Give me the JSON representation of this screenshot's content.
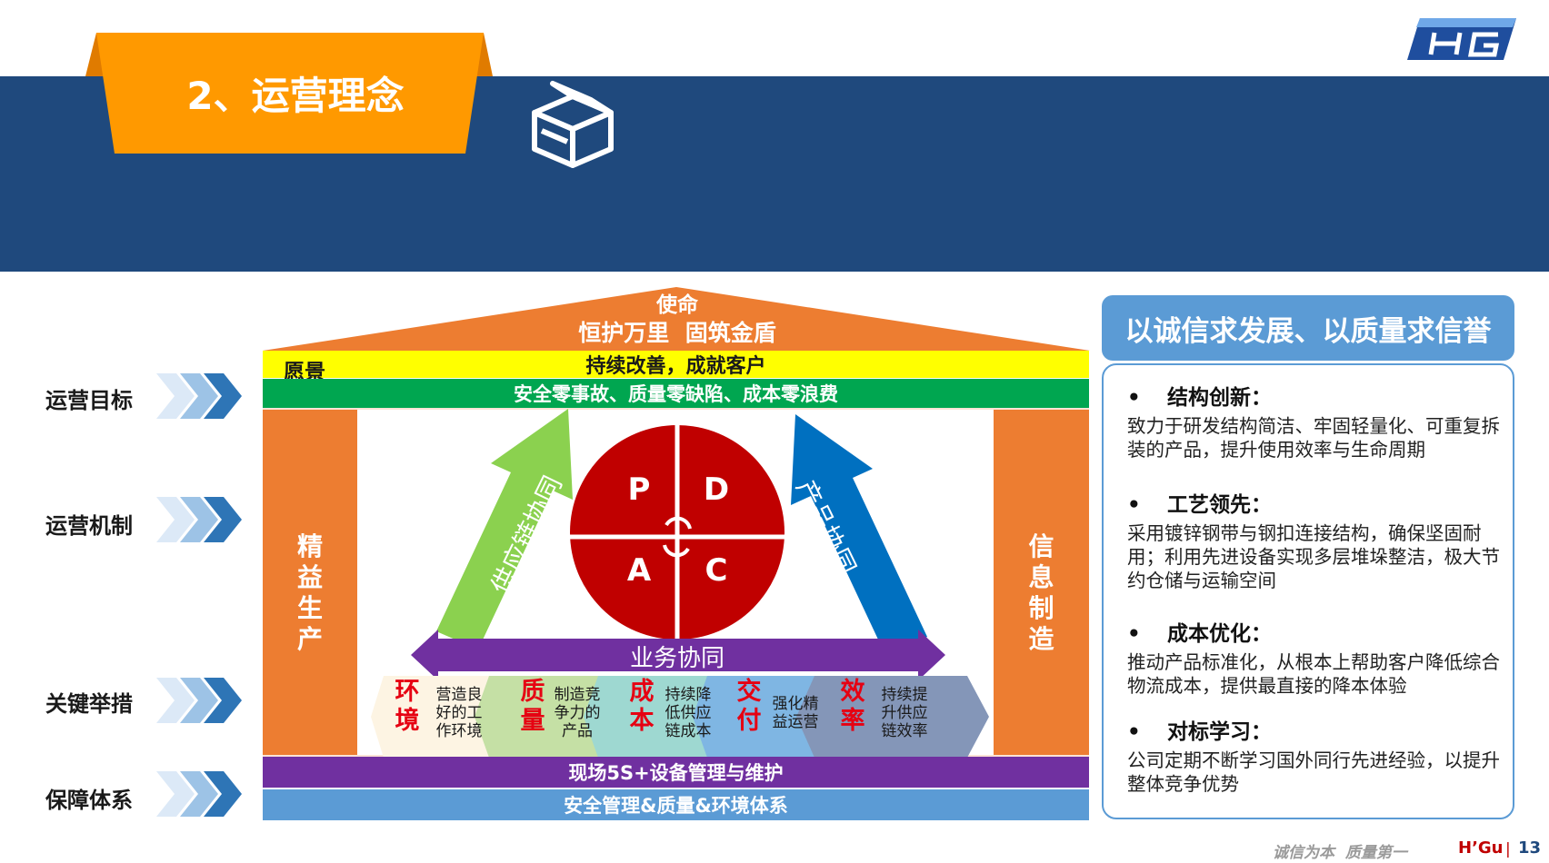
{
  "title": "2、运营理念",
  "roof": {
    "mission_label": "使命",
    "mission_text": "恒护万里  固筑金盾"
  },
  "vision": {
    "label": "愿景",
    "text": "持续改善，成就客户"
  },
  "goals_bar": "安全零事故、质量零缺陷、成本零浪费",
  "left_labels": {
    "goal": "运营目标",
    "mechanism": "运营机制",
    "measures": "关键举措",
    "guarantee": "保障体系"
  },
  "pillars": {
    "left": [
      "精",
      "益",
      "生",
      "产"
    ],
    "right": [
      "信",
      "息",
      "制",
      "造"
    ]
  },
  "arrows": {
    "supply_chain": "供应链协同",
    "product": "产品协同",
    "business": "业务协同"
  },
  "pdca": {
    "p": "P",
    "d": "D",
    "a": "A",
    "c": "C"
  },
  "key_items": [
    {
      "head": [
        "环",
        "境"
      ],
      "desc": [
        "营造良",
        "好的工",
        "作环境"
      ],
      "color": "#FDF4E3"
    },
    {
      "head": [
        "质",
        "量"
      ],
      "desc": [
        "制造竞",
        "争力的",
        "产品"
      ],
      "color": "#C5E0A5"
    },
    {
      "head": [
        "成",
        "本"
      ],
      "desc": [
        "持续降",
        "低供应",
        "链成本"
      ],
      "color": "#9ED8D1"
    },
    {
      "head": [
        "交",
        "付"
      ],
      "desc": [
        "强化精",
        "益运营"
      ],
      "color": "#7FB6E3"
    },
    {
      "head": [
        "效",
        "率"
      ],
      "desc": [
        "持续提",
        "升供应",
        "链效率"
      ],
      "color": "#8496B8"
    }
  ],
  "bars": {
    "site": "现场5S+设备管理与维护",
    "system": "安全管理&质量&环境体系"
  },
  "side": {
    "headline": "以诚信求发展、以质量求信誉",
    "bullet": "•",
    "sections": [
      {
        "title": "结构创新：",
        "desc": "致力于研发结构简洁、牢固轻量化、可重复拆装的产品，提升使用效率与生命周期"
      },
      {
        "title": "工艺领先：",
        "desc": "采用镀锌钢带与钢扣连接结构，确保坚固耐用；利用先进设备实现多层堆垛整洁，极大节约仓储与运输空间"
      },
      {
        "title": "成本优化：",
        "desc": "推动产品标准化，从根本上帮助客户降低综合物流成本，提供最直接的降本体验"
      },
      {
        "title": "对标学习：",
        "desc": "公司定期不断学习国外同行先进经验，以提升整体竞争优势"
      }
    ]
  },
  "footer": {
    "slogan": "诚信为本  质量第一",
    "brand": "H’Gu",
    "separator": "|",
    "page": "13"
  },
  "colors": {
    "navy": "#1F497D",
    "orange": "#ED7D31",
    "tab_orange": "#FF9900",
    "green": "#00A650",
    "yellow": "#FFFF00",
    "purple": "#7030A0",
    "blue_bar": "#5B9BD5",
    "red": "#C00000",
    "lime": "#8BD14F",
    "arrow_blue": "#0070C0"
  }
}
